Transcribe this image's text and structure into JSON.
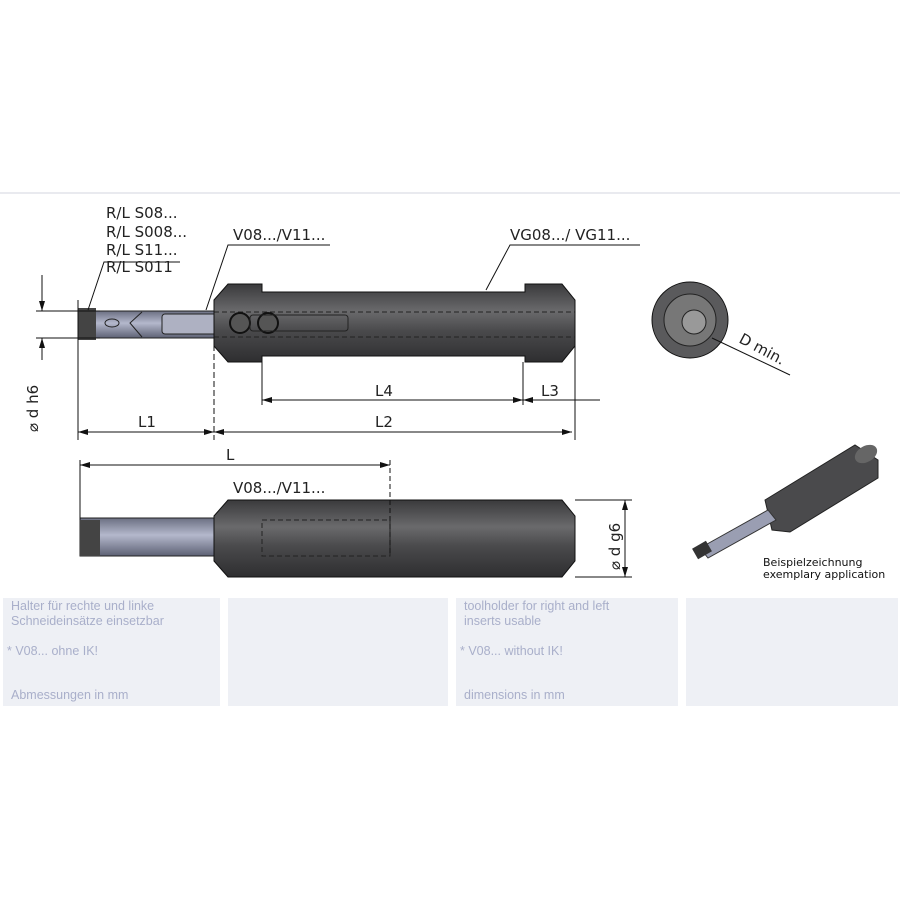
{
  "drawing": {
    "insert_labels": [
      "R/L S08...",
      "R/L S008...",
      "R/L S11...",
      "R/L S011"
    ],
    "shank_label": "V08.../V11...",
    "holder_label": "VG08.../ VG11...",
    "shank_label_lower": "V08.../V11...",
    "dim_d_h6": "⌀ d h6",
    "dim_d_g6": "⌀ d g6",
    "dim_L1": "L1",
    "dim_L2": "L2",
    "dim_L3": "L3",
    "dim_L4": "L4",
    "dim_L": "L",
    "dim_Dmin": "D min.",
    "example_de": "Beispielzeichnung",
    "example_en": "exemplary application"
  },
  "notes": {
    "de_line1": "Halter für rechte und linke",
    "de_line2": "Schneideinsätze einsetzbar",
    "de_note": "* V08... ohne IK!",
    "de_units": "Abmessungen in mm",
    "en_line1": "toolholder for right and left",
    "en_line2": "inserts usable",
    "en_note": "* V08... without IK!",
    "en_units": "dimensions in mm"
  }
}
